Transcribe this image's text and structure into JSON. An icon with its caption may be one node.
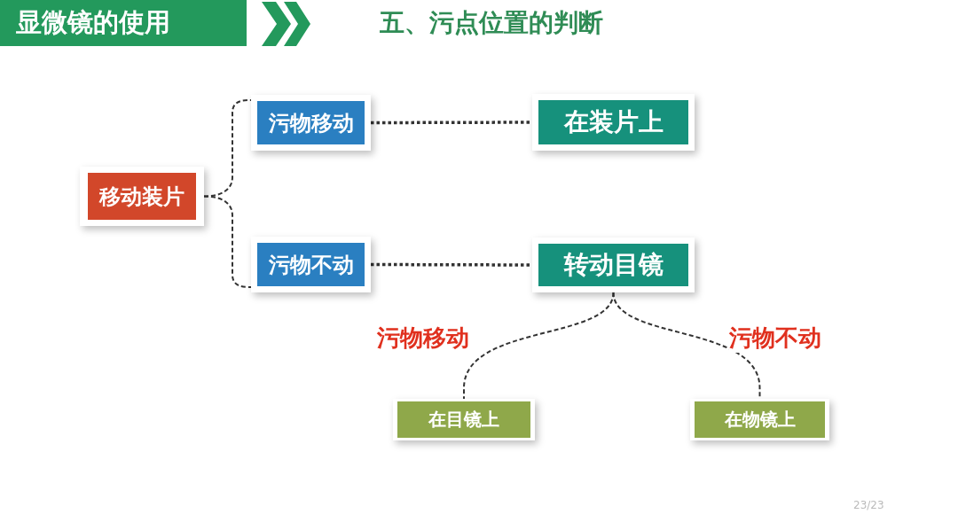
{
  "diagram": {
    "title": "五、污点位置的判断",
    "nodes": [
      {
        "text": [
          "显微镜的使用"
        ]
      },
      {
        "text": [
          "移动装片"
        ]
      },
      {
        "text": [
          "污物移动"
        ]
      },
      {
        "text": [
          "污物不动"
        ]
      },
      {
        "text": [
          "在装片上"
        ]
      },
      {
        "text": [
          "转动目镜"
        ]
      },
      {
        "text": [
          "在目镜上"
        ]
      },
      {
        "text": [
          "在物镜上"
        ]
      }
    ],
    "edges": [
      {
        "from": 1,
        "to": 2,
        "arrow": "none",
        "style": "dashed"
      },
      {
        "from": 1,
        "to": 3,
        "arrow": "none",
        "style": "dashed"
      },
      {
        "from": 2,
        "to": 4,
        "arrow": "none",
        "style": "dashed"
      },
      {
        "from": 3,
        "to": 5,
        "arrow": "none",
        "style": "dashed"
      },
      {
        "from": 5,
        "to": 6,
        "arrow": "none",
        "style": "dashed",
        "label": "污物移动"
      },
      {
        "from": 5,
        "to": 7,
        "arrow": "none",
        "style": "dashed",
        "label": "污物不动"
      }
    ],
    "labels": [
      "23/23"
    ]
  }
}
